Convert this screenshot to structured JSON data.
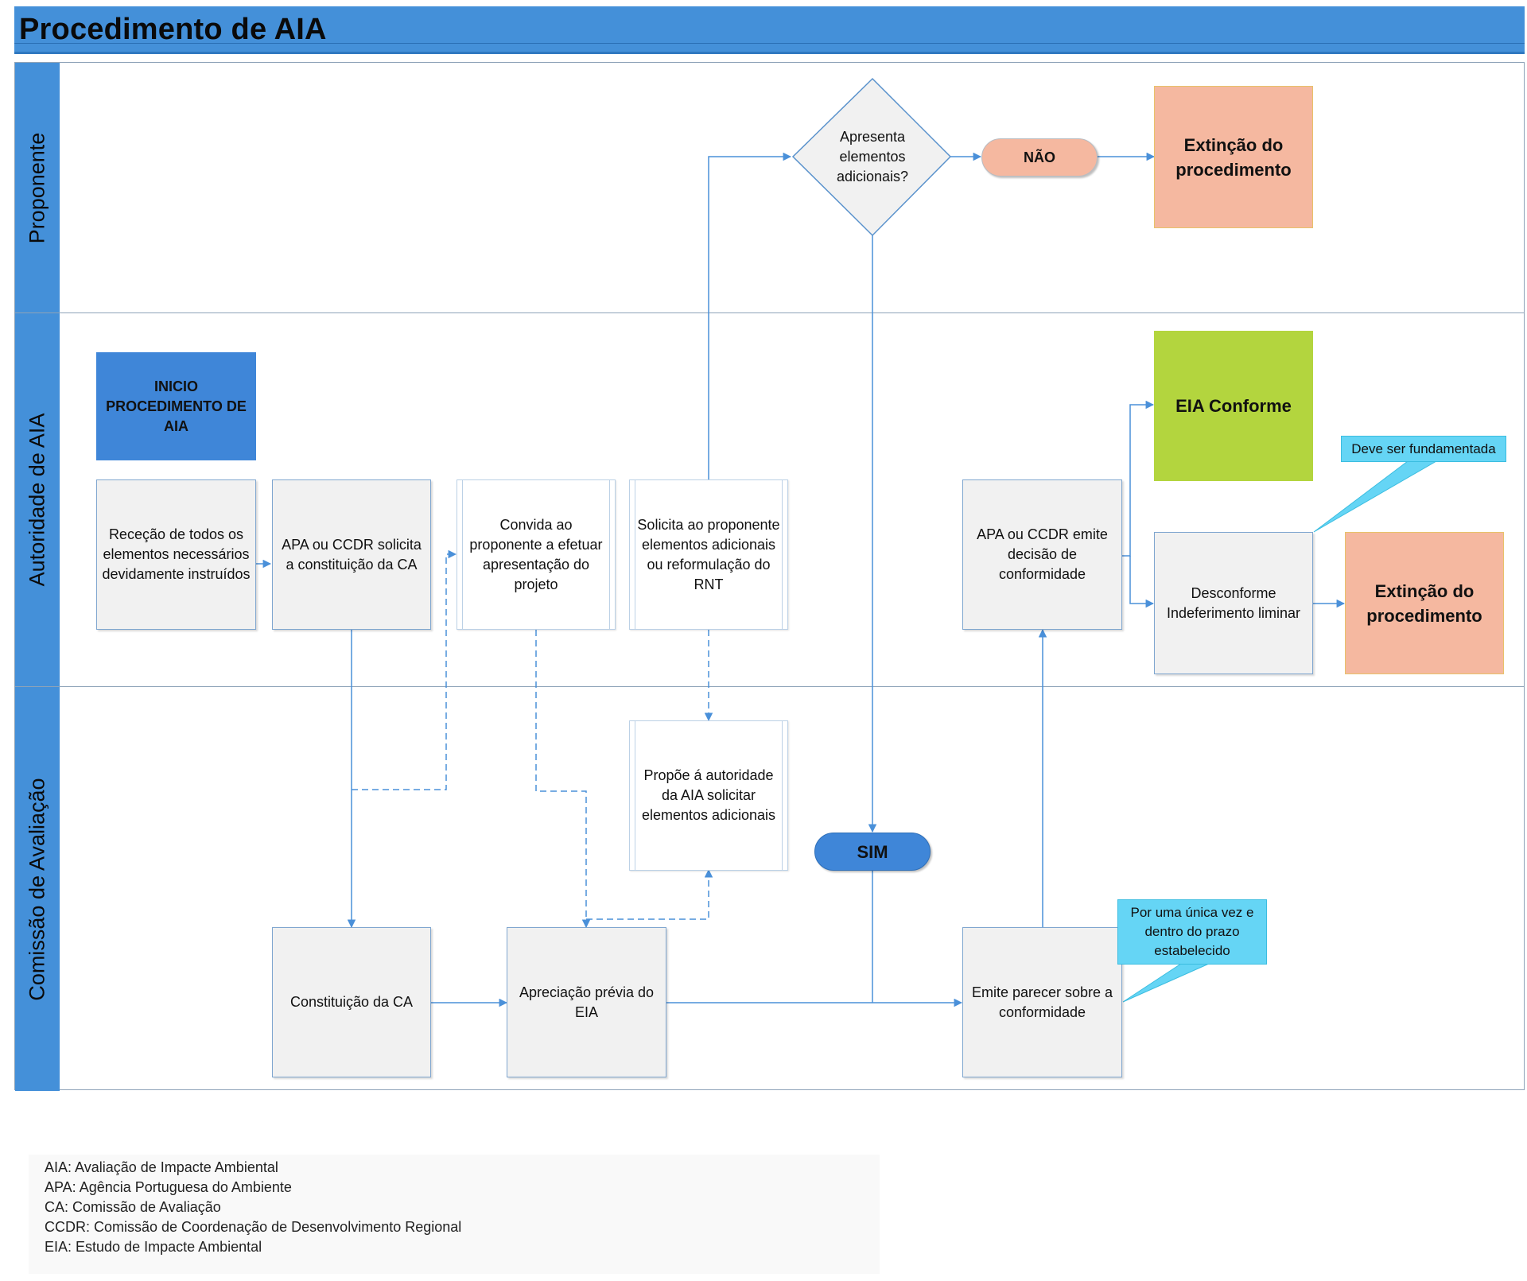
{
  "title": "Procedimento de AIA",
  "lanes": [
    "Proponente",
    "Autoridade de AIA",
    "Comissão de Avaliação"
  ],
  "nodes": {
    "inicio": "INICIO PROCEDIMENTO DE AIA",
    "rececao": "Receção de todos os elementos necessários devidamente instruídos",
    "solicita_ca": "APA ou CCDR solicita a constituição da CA",
    "convida": "Convida ao proponente a efetuar apresentação do projeto",
    "solicita_elementos": "Solicita ao proponente elementos adicionais ou reformulação do RNT",
    "decisao": "Apresenta elementos adicionais?",
    "nao": "NÃO",
    "extincao1": "Extinção do procedimento",
    "apa_emite": "APA ou  CCDR emite decisão de conformidade",
    "eia_conforme": "EIA Conforme",
    "desconforme": "Desconforme Indeferimento liminar",
    "extincao2": "Extinção do procedimento",
    "propoe": "Propõe á autoridade da AIA solicitar elementos adicionais",
    "sim": "SIM",
    "constituicao": "Constituição da CA",
    "apreciacao": "Apreciação prévia do EIA",
    "emite_parecer": "Emite parecer sobre a conformidade"
  },
  "callouts": {
    "fundamentada": "Deve ser fundamentada",
    "prazo": "Por uma única vez e dentro do prazo estabelecido"
  },
  "legend": [
    "AIA: Avaliação de Impacte Ambiental",
    "APA: Agência Portuguesa do Ambiente",
    "CA: Comissão de Avaliação",
    "CCDR: Comissão de Coordenação de Desenvolvimento Regional",
    "EIA: Estudo de Impacte Ambiental"
  ],
  "colors": {
    "lane_header": "#4490d9",
    "start": "#3f86d8",
    "end": "#f5b8a0",
    "conforme": "#b3d53e",
    "callout": "#65d5f5",
    "connector": "#4a90d9"
  }
}
